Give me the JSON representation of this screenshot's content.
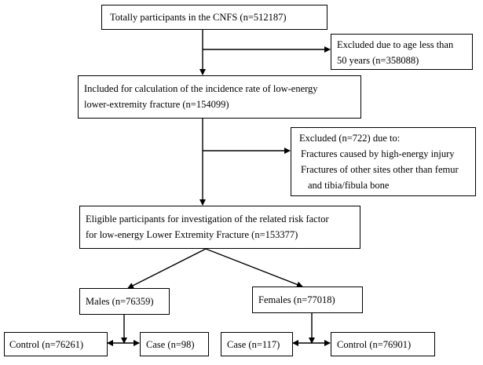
{
  "boxes": {
    "total": {
      "lines": [
        "Totally participants in the CNFS (n=512187)"
      ]
    },
    "excluded_age": {
      "lines": [
        "Excluded  due to age less than",
        "50 years (n=358088)"
      ]
    },
    "included": {
      "lines": [
        "Included for calculation of the incidence rate of low-energy",
        "lower-extremity fracture (n=154099)"
      ]
    },
    "excluded_722": {
      "lines": [
        "Excluded (n=722) due to:",
        "Fractures caused by high-energy injury",
        "Fractures of other sites other than femur",
        "and tibia/fibula bone"
      ]
    },
    "eligible": {
      "lines": [
        "Eligible participants for investigation of the related risk factor",
        "for low-energy Lower Extremity Fracture (n=153377)"
      ]
    },
    "males": {
      "lines": [
        "Males (n=76359)"
      ]
    },
    "females": {
      "lines": [
        "Females (n=77018)"
      ]
    },
    "male_control": {
      "lines": [
        "Control (n=76261)"
      ]
    },
    "male_case": {
      "lines": [
        "Case (n=98)"
      ]
    },
    "female_case": {
      "lines": [
        "Case (n=117)"
      ]
    },
    "female_control": {
      "lines": [
        "Control (n=76901)"
      ]
    }
  }
}
